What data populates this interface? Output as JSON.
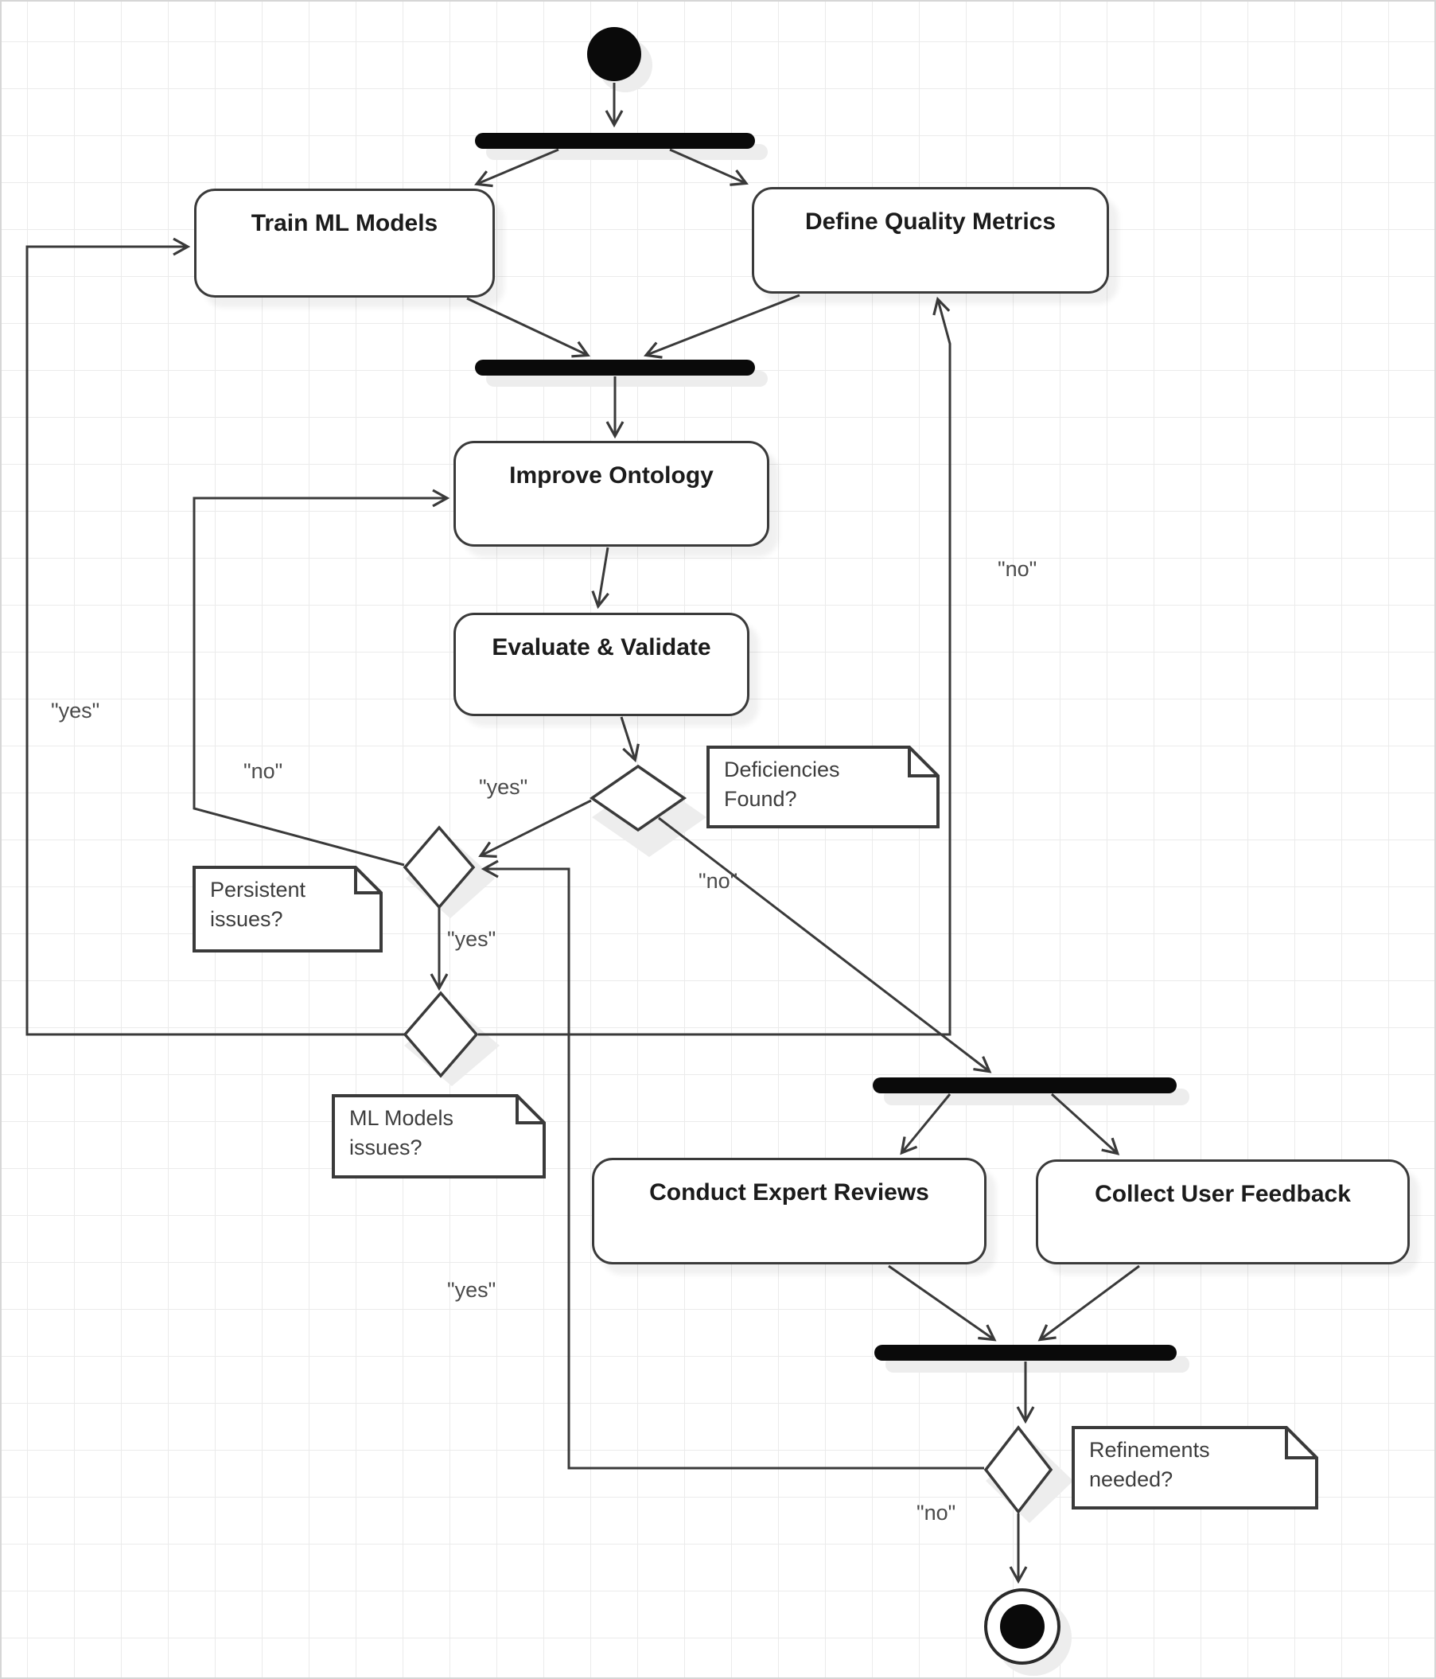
{
  "diagram": {
    "type": "uml-activity-diagram",
    "activities": [
      {
        "id": "train-ml-models",
        "label": "Train ML Models"
      },
      {
        "id": "define-quality-metrics",
        "label": "Define Quality Metrics"
      },
      {
        "id": "improve-ontology",
        "label": "Improve Ontology"
      },
      {
        "id": "evaluate-validate",
        "label": "Evaluate & Validate"
      },
      {
        "id": "conduct-expert-reviews",
        "label": "Conduct Expert Reviews"
      },
      {
        "id": "collect-user-feedback",
        "label": "Collect User Feedback"
      }
    ],
    "control_nodes": {
      "initial_node": "initial",
      "final_node": "activity-final",
      "fork_join_bars": 4,
      "decision_diamonds": 4
    },
    "notes": [
      {
        "id": "deficiencies-found",
        "line1": "Deficiencies",
        "line2": "Found?"
      },
      {
        "id": "persistent-issues",
        "line1": "Persistent",
        "line2": "issues?"
      },
      {
        "id": "ml-models-issues",
        "line1": "ML Models",
        "line2": "issues?"
      },
      {
        "id": "refinements-needed",
        "line1": "Refinements",
        "line2": "needed?"
      }
    ],
    "edge_labels": [
      {
        "id": "yes-to-train-ml-models",
        "text": "\"yes\""
      },
      {
        "id": "no-to-improve-ontology",
        "text": "\"no\""
      },
      {
        "id": "yes-deficiencies-found",
        "text": "\"yes\""
      },
      {
        "id": "no-deficiencies-found",
        "text": "\"no\""
      },
      {
        "id": "yes-persistent-issues",
        "text": "\"yes\""
      },
      {
        "id": "no-to-define-quality",
        "text": "\"no\""
      },
      {
        "id": "yes-refinements-needed",
        "text": "\"yes\""
      },
      {
        "id": "no-refinements-needed",
        "text": "\"no\""
      }
    ],
    "colors": {
      "stroke": "#3a3a3a",
      "bar_fill": "#0a0a0a",
      "node_fill": "#ffffff",
      "grid": "#ebebeb",
      "edge_label": "#4a4a4a",
      "shadow": "#ededed"
    }
  }
}
